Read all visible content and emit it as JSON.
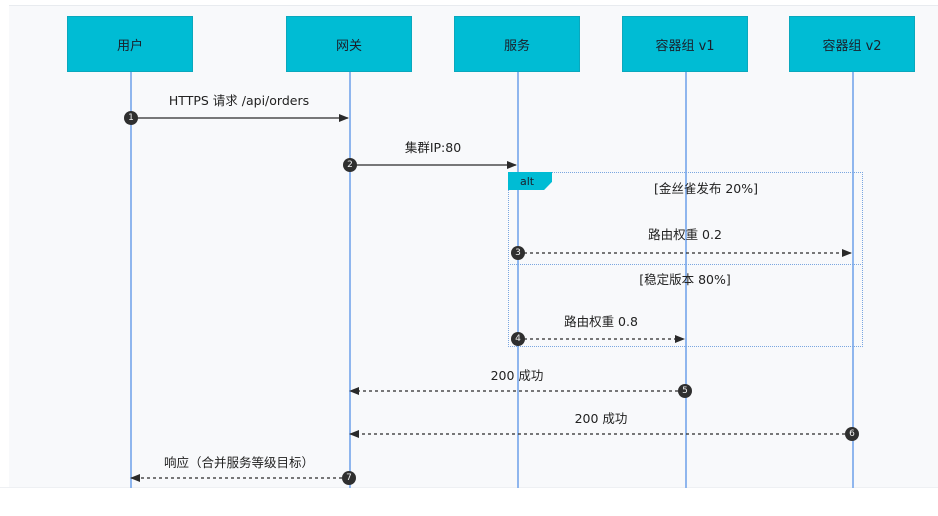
{
  "participants": [
    {
      "id": "user",
      "label": "用户"
    },
    {
      "id": "gateway",
      "label": "网关"
    },
    {
      "id": "service",
      "label": "服务"
    },
    {
      "id": "v1",
      "label": "容器组 v1"
    },
    {
      "id": "v2",
      "label": "容器组 v2"
    }
  ],
  "messages": [
    {
      "num": "1",
      "from": "user",
      "to": "gateway",
      "label": "HTTPS 请求 /api/orders",
      "style": "solid"
    },
    {
      "num": "2",
      "from": "gateway",
      "to": "service",
      "label": "集群IP:80",
      "style": "solid"
    },
    {
      "num": "3",
      "from": "service",
      "to": "v2",
      "label": "路由权重 0.2",
      "style": "dotted"
    },
    {
      "num": "4",
      "from": "service",
      "to": "v1",
      "label": "路由权重 0.8",
      "style": "dotted"
    },
    {
      "num": "5",
      "from": "v1",
      "to": "gateway",
      "label": "200 成功",
      "style": "dotted"
    },
    {
      "num": "6",
      "from": "v2",
      "to": "gateway",
      "label": "200 成功",
      "style": "dotted"
    },
    {
      "num": "7",
      "from": "gateway",
      "to": "user",
      "label": "响应（合并服务等级目标）",
      "style": "dotted"
    }
  ],
  "alt_block": {
    "tag": "alt",
    "branches": [
      {
        "condition": "[金丝雀发布 20%]"
      },
      {
        "condition": "[稳定版本 80%]"
      }
    ]
  },
  "colors": {
    "actor_fill": "#00bcd4",
    "lifeline": "#8fb6ee",
    "arrow": "#2a2a2a",
    "alt_border": "#7aa6e0"
  }
}
